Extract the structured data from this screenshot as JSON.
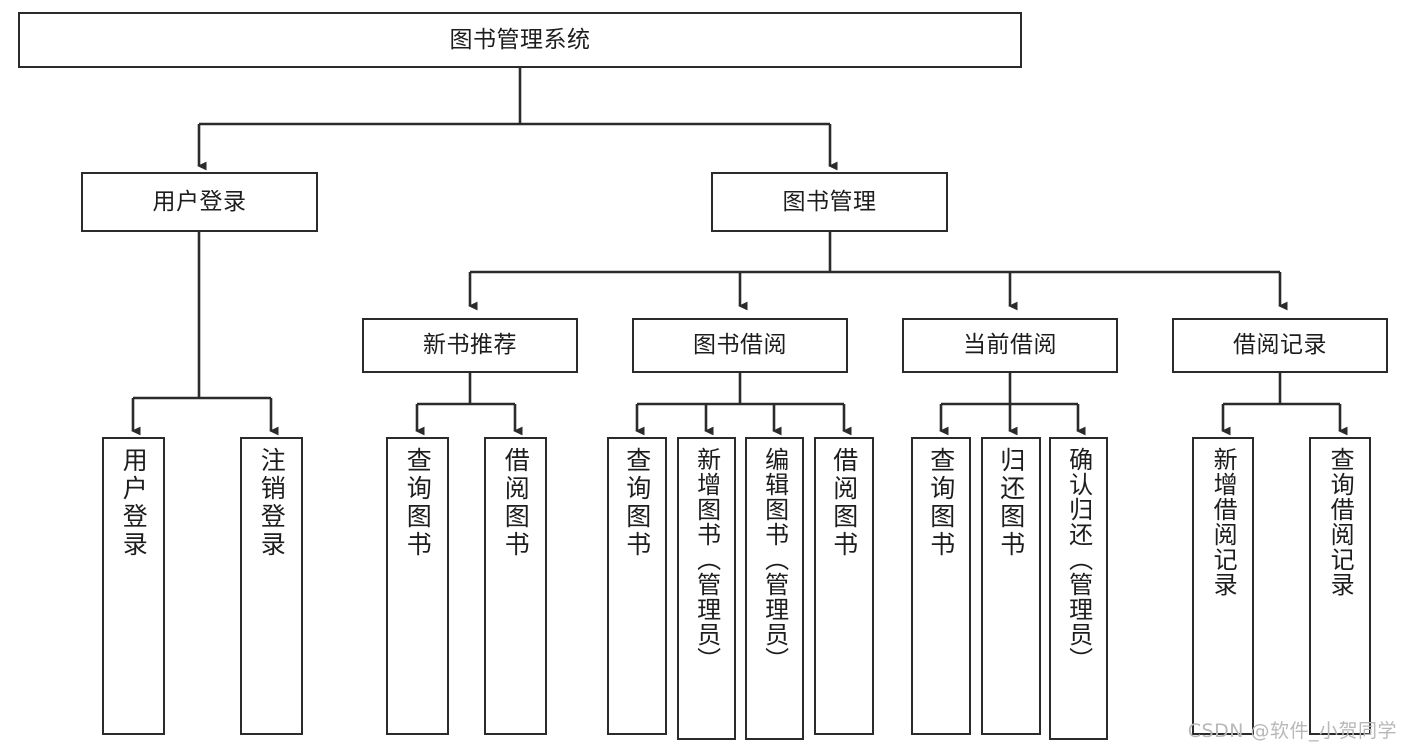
{
  "diagram": {
    "type": "tree-hierarchy",
    "title": "图书管理系统",
    "root": {
      "id": "root",
      "label": "图书管理系统"
    },
    "level1": [
      {
        "id": "user-login",
        "label": "用户登录"
      },
      {
        "id": "book-management",
        "label": "图书管理"
      }
    ],
    "level2": [
      {
        "id": "new-book-recommend",
        "label": "新书推荐",
        "parent": "book-management"
      },
      {
        "id": "book-borrow",
        "label": "图书借阅",
        "parent": "book-management"
      },
      {
        "id": "current-borrow",
        "label": "当前借阅",
        "parent": "book-management"
      },
      {
        "id": "borrow-record",
        "label": "借阅记录",
        "parent": "book-management"
      }
    ],
    "leaves": {
      "user-login": [
        {
          "id": "leaf-user-login",
          "label": "用户登录"
        },
        {
          "id": "leaf-logout-login",
          "label": "注销登录"
        }
      ],
      "new-book-recommend": [
        {
          "id": "leaf-query-book-1",
          "label": "查询图书"
        },
        {
          "id": "leaf-borrow-book-1",
          "label": "借阅图书"
        }
      ],
      "book-borrow": [
        {
          "id": "leaf-query-book-2",
          "label": "查询图书"
        },
        {
          "id": "leaf-add-book",
          "label": "新增图书（管理员）"
        },
        {
          "id": "leaf-edit-book",
          "label": "编辑图书（管理员）"
        },
        {
          "id": "leaf-borrow-book-2",
          "label": "借阅图书"
        }
      ],
      "current-borrow": [
        {
          "id": "leaf-query-book-3",
          "label": "查询图书"
        },
        {
          "id": "leaf-return-book",
          "label": "归还图书"
        },
        {
          "id": "leaf-confirm-return",
          "label": "确认归还（管理员）"
        }
      ],
      "borrow-record": [
        {
          "id": "leaf-add-record",
          "label": "新增借阅记录"
        },
        {
          "id": "leaf-query-record",
          "label": "查询借阅记录"
        }
      ]
    }
  },
  "watermark": {
    "text": "CSDN @软件_小贺同学"
  },
  "colors": {
    "stroke": "#2b2b2b",
    "background": "#ffffff",
    "text": "#1d1d1d",
    "watermark": "#b8b8b8"
  }
}
